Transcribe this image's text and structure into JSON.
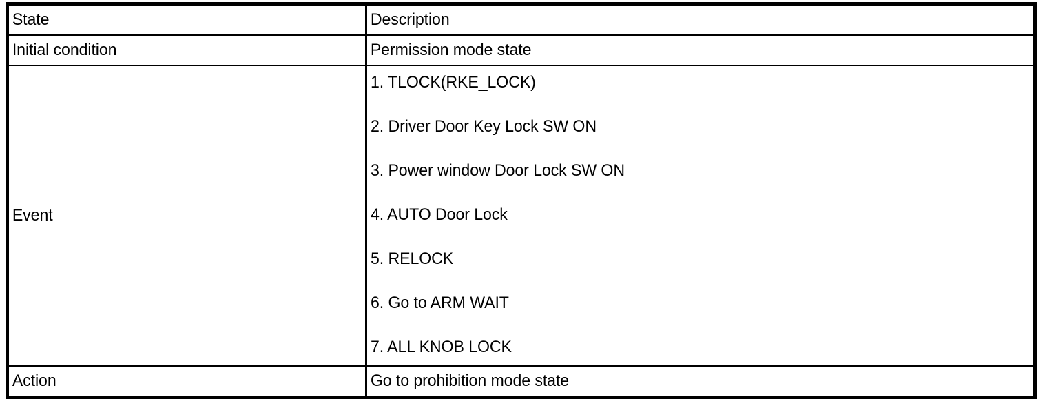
{
  "table": {
    "columns": [
      {
        "key": "state",
        "header": "State"
      },
      {
        "key": "description",
        "header": "Description"
      }
    ],
    "rows": [
      {
        "label": "Initial condition",
        "description": "Permission mode state"
      },
      {
        "label": "Event",
        "events": [
          "1. TLOCK(RKE_LOCK)",
          "2. Driver Door Key Lock SW ON",
          "3. Power window Door Lock SW ON",
          "4. AUTO Door Lock",
          "5. RELOCK",
          "6. Go to ARM WAIT",
          "7. ALL KNOB LOCK"
        ]
      },
      {
        "label": "Action",
        "description": "Go to prohibition mode state"
      }
    ]
  },
  "style": {
    "text_color": "#000000",
    "border_color": "#000000",
    "background": "#ffffff"
  }
}
